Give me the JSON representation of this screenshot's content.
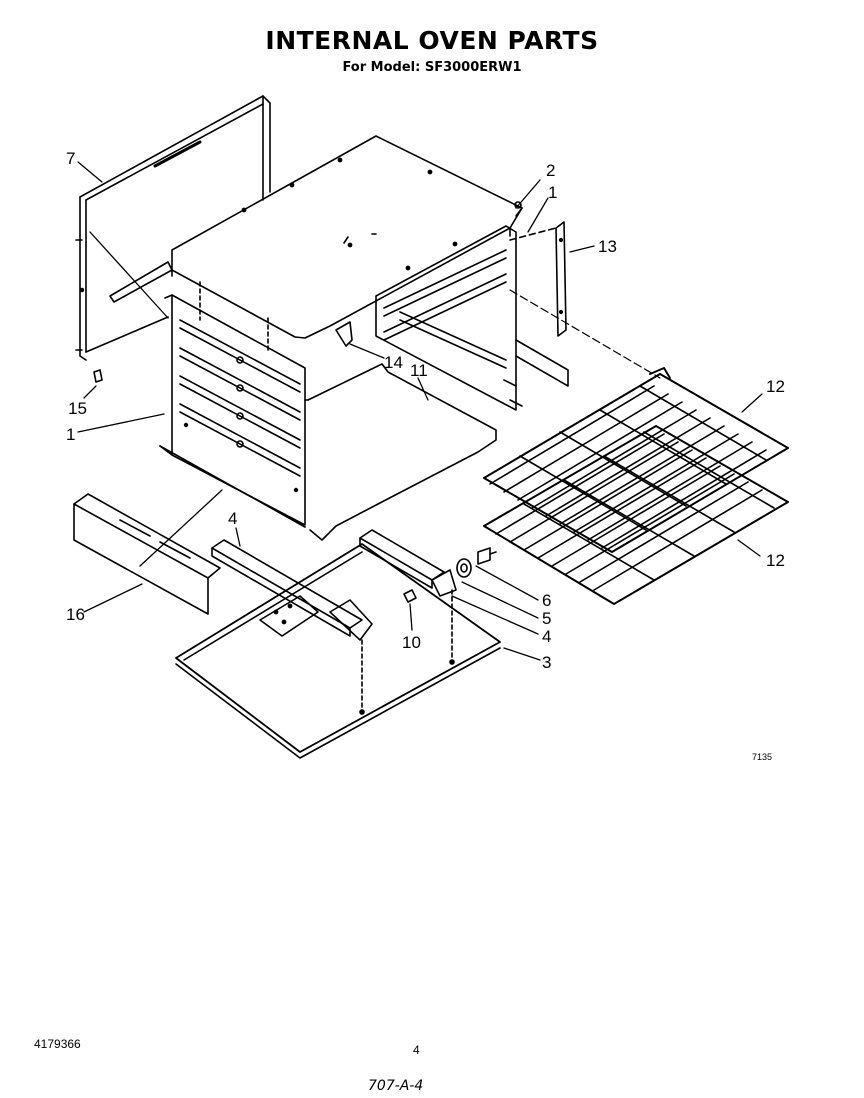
{
  "header": {
    "title": "INTERNAL OVEN PARTS",
    "subtitle": "For Model: SF3000ERW1"
  },
  "callouts": [
    {
      "id": "7",
      "label": "7"
    },
    {
      "id": "2",
      "label": "2"
    },
    {
      "id": "1a",
      "label": "1"
    },
    {
      "id": "13",
      "label": "13"
    },
    {
      "id": "14",
      "label": "14"
    },
    {
      "id": "11",
      "label": "11"
    },
    {
      "id": "15",
      "label": "15"
    },
    {
      "id": "1b",
      "label": "1"
    },
    {
      "id": "12a",
      "label": "12"
    },
    {
      "id": "12b",
      "label": "12"
    },
    {
      "id": "4a",
      "label": "4"
    },
    {
      "id": "16",
      "label": "16"
    },
    {
      "id": "6",
      "label": "6"
    },
    {
      "id": "5",
      "label": "5"
    },
    {
      "id": "4b",
      "label": "4"
    },
    {
      "id": "10",
      "label": "10"
    },
    {
      "id": "3",
      "label": "3"
    }
  ],
  "footer": {
    "part_code": "7135",
    "document_number": "4179366",
    "page_number": "4",
    "handwritten_ref": "707-A-4"
  }
}
